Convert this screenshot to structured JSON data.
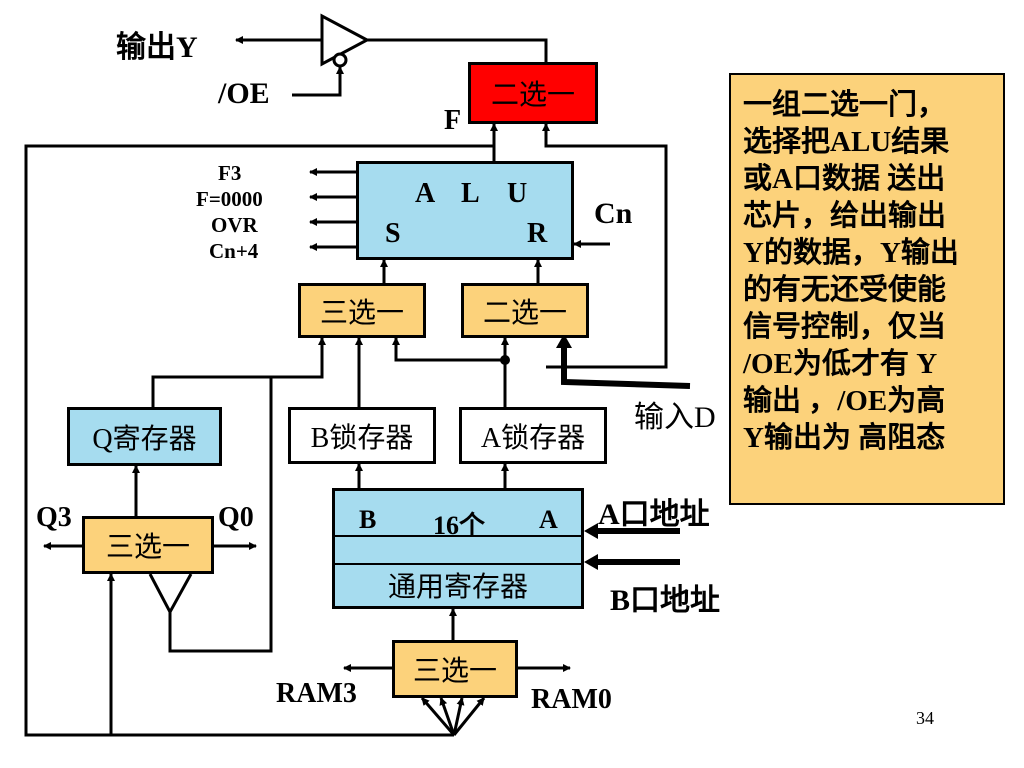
{
  "blocks": {
    "mux_out": "二选一",
    "alu_letters": [
      "A",
      "L",
      "U"
    ],
    "alu_s": "S",
    "alu_r": "R",
    "mux_s": "三选一",
    "mux_r": "二选一",
    "q_reg": "Q寄存器",
    "b_latch": "B锁存器",
    "a_latch": "A锁存器",
    "q_mux": "三选一",
    "reg_file_b": "B",
    "reg_file_count": "16个",
    "reg_file_a": "A",
    "reg_file_name": "通用寄存器",
    "ram_mux": "三选一"
  },
  "labels": {
    "output_y": "输出Y",
    "oe": "/OE",
    "f": "F",
    "f3": "F3",
    "f_zero": "F=0000",
    "ovr": "OVR",
    "cn4": "Cn+4",
    "cn": "Cn",
    "input_d": "输入D",
    "a_addr": "A口地址",
    "b_addr": "B口地址",
    "q3": "Q3",
    "q0": "Q0",
    "ram3": "RAM3",
    "ram0": "RAM0"
  },
  "note": [
    "一组二选一门，",
    "选择把ALU结果",
    "或A口数据 送出",
    "芯片，给出输出",
    "Y的数据，Y输出",
    "的有无还受使能",
    "信号控制，仅当",
    "/OE为低才有 Y",
    "输出 ，/OE为高",
    "Y输出为 高阻态"
  ],
  "page_number": "34",
  "colors": {
    "orange_block": "#fcd27b",
    "blue_block": "#a6dcef",
    "red_block": "#ff0000",
    "note_bg": "#fcd27b"
  }
}
